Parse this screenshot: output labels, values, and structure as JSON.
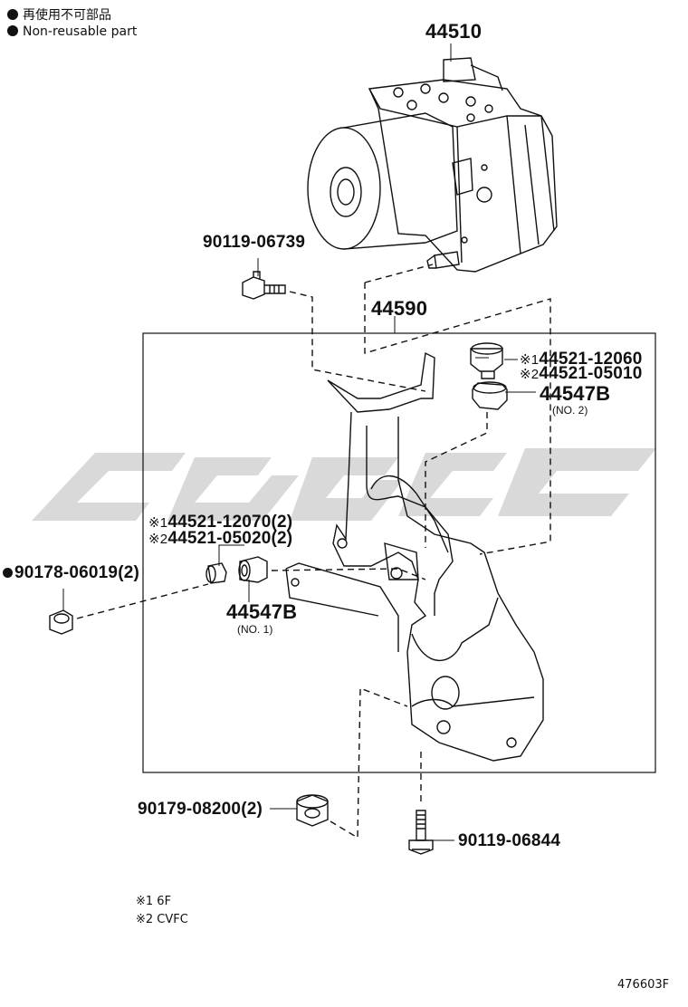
{
  "legend": {
    "line1": "再使用不可部品",
    "line2": "Non-reusable part"
  },
  "parts": {
    "p44510": "44510",
    "p90119_06739": "90119-06739",
    "p44590": "44590",
    "p44521_12060": "44521-12060",
    "p44521_05010": "44521-05010",
    "p44547B_top": "44547B",
    "p44547B_top_sub": "(NO. 2)",
    "p44521_12070": "44521-12070(2)",
    "p44521_05020": "44521-05020(2)",
    "p90178_06019": "90178-06019(2)",
    "p44547B_left": "44547B",
    "p44547B_left_sub": "(NO. 1)",
    "p90179_08200": "90179-08200(2)",
    "p90119_06844": "90119-06844"
  },
  "marks": {
    "m1": "※1",
    "m2": "※2"
  },
  "notes": {
    "note1": "※1 6F",
    "note2": "※2 CVFC"
  },
  "figure_id": "476603F",
  "colors": {
    "line": "#111111",
    "watermark": "#d9d9d9",
    "background": "#ffffff"
  }
}
